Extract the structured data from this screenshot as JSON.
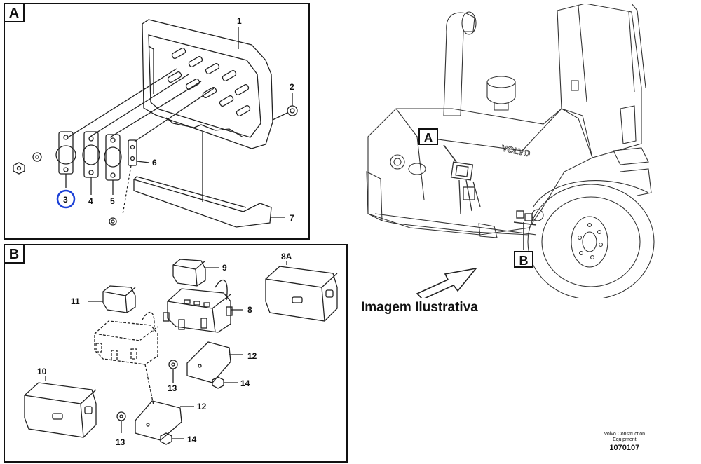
{
  "panels": {
    "a": {
      "label": "A",
      "parts": [
        "1",
        "2",
        "3",
        "4",
        "5",
        "6",
        "7"
      ],
      "highlight": "3"
    },
    "b": {
      "label": "B",
      "parts": [
        "8A",
        "9",
        "8",
        "11",
        "12",
        "10",
        "13",
        "14",
        "12",
        "13",
        "14"
      ]
    }
  },
  "machine": {
    "callout_a": "A",
    "callout_b": "B"
  },
  "caption": "Imagem Ilustrativa",
  "footer": {
    "brand_line1": "Volvo Construction",
    "brand_line2": "Equipment",
    "code": "1070107"
  },
  "colors": {
    "highlight_circle": "#1a3fd6",
    "line": "#222222"
  }
}
